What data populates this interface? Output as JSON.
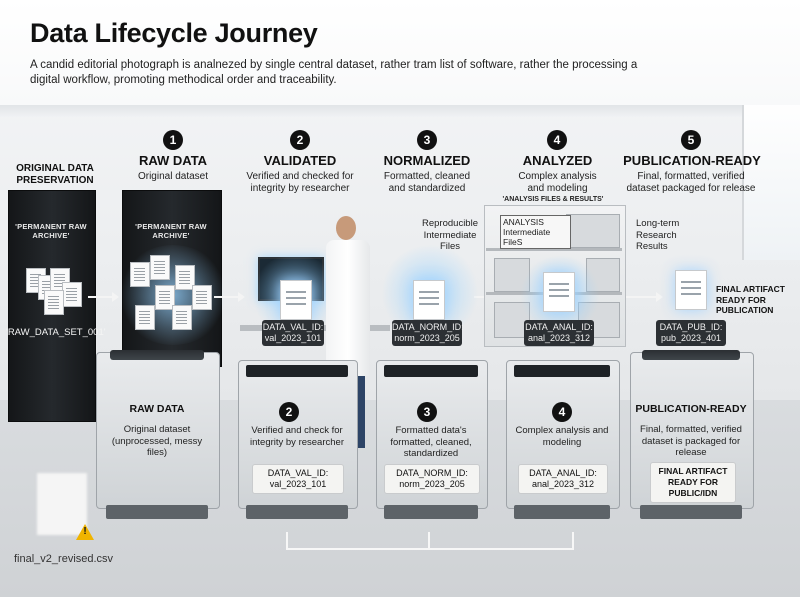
{
  "header": {
    "title": "Data Lifecycle Journey",
    "subtitle": "A candid editorial photograph is analnezed by single central dataset, rather tram list of software, rather the processing a digital workflow, promoting methodical order and traceability."
  },
  "preservation": {
    "title": "ORIGINAL DATA PRESERVATION",
    "rack_label": "'PERMANENT RAW ARCHIVE'",
    "file_label": "'RAW_DATA_SET_001'"
  },
  "steps": [
    {
      "num": "1",
      "title": "RAW DATA",
      "desc": "Original dataset",
      "rack_label": "'PERMANENT RAW ARCHIVE'"
    },
    {
      "num": "2",
      "title": "VALIDATED",
      "desc": "Verified and checked for integrity by researcher",
      "tag": "DATA_VAL_ID: val_2023_101"
    },
    {
      "num": "3",
      "title": "NORMALIZED",
      "desc": "Formatted, cleaned and standardized",
      "tag": "DATA_NORM_ID: norm_2023_205"
    },
    {
      "num": "4",
      "title": "ANALYZED",
      "desc": "Complex analysis and modeling",
      "shelf_caption": "'ANALYSIS FILES & RESULTS'",
      "tag": "DATA_ANAL_ID: anal_2023_312"
    },
    {
      "num": "5",
      "title": "PUBLICATION-READY",
      "desc": "Final, formatted, verified dataset packaged for release",
      "tag": "DATA_PUB_ID: pub_2023_401",
      "artifact_label": "FINAL ARTIFACT READY FOR PUBLICATION"
    }
  ],
  "side_notes": {
    "reproducible": "Reproducible Intermediate Files",
    "analysis_box": "ANALYSIS Intermediate FileS",
    "long_term": "Long-term Research Results"
  },
  "machines": [
    {
      "title": "RAW DATA",
      "desc": "Original dataset (unprocessed, messy files)"
    },
    {
      "num": "2",
      "desc": "Verified and check for integrity by researcher",
      "card": "DATA_VAL_ID: val_2023_101"
    },
    {
      "num": "3",
      "desc": "Formatted data's formatted, cleaned, standardized",
      "card": "DATA_NORM_ID: norm_2023_205"
    },
    {
      "num": "4",
      "desc": "Complex analysis and modeling",
      "card": "DATA_ANAL_ID: anal_2023_312"
    },
    {
      "title": "PUBLICATION-READY",
      "desc": "Final, formatted, verified dataset is packaged for release",
      "card": "FINAL ARTIFACT READY FOR PUBLIC/IDN"
    }
  ],
  "stray_file": {
    "name": "final_v2_revised.csv",
    "warning": "!"
  },
  "colors": {
    "accent_glow": "#96d2ff",
    "warning": "#f0b400",
    "tag_bg": "#2c3034"
  }
}
